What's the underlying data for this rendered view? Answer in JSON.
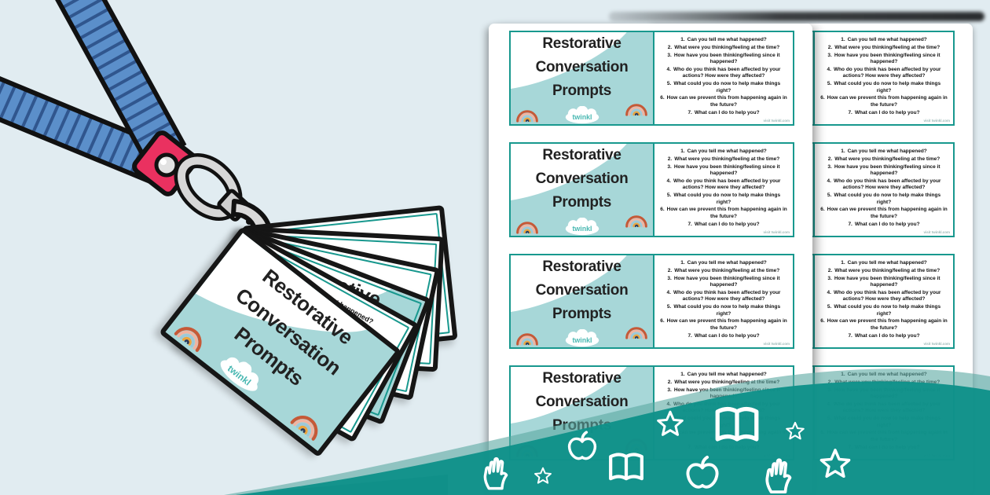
{
  "product": {
    "title": "Restorative Conversation Prompts",
    "brand": "twinkl"
  },
  "card": {
    "title_lines": [
      "Restorative",
      "Conversation",
      "Prompts"
    ],
    "brand_logo": "twinkl",
    "footer_small_print": "visit twinkl.com",
    "questions": [
      {
        "n": "1.",
        "text": "Can you tell me what happened?"
      },
      {
        "n": "2.",
        "text": "What were you thinking/feeling at the time?"
      },
      {
        "n": "3.",
        "text": "How have you been thinking/feeling since it happened?"
      },
      {
        "n": "4.",
        "text": "Who do you think has been affected by your actions? How were they affected?"
      },
      {
        "n": "5.",
        "text": "What could you do now to help make things right?"
      },
      {
        "n": "6.",
        "text": "How can we prevent this from happening again in the future?"
      },
      {
        "n": "7.",
        "text": "What can I do to help you?"
      }
    ]
  },
  "layout": {
    "pages": 2,
    "cards_per_page": 4
  },
  "decor": {
    "wave_icon_names": [
      "hand-icon",
      "star-icon",
      "apple-icon",
      "open-book-icon"
    ],
    "colors": {
      "background": "#e1ecf1",
      "wave_teal": "#0f9189",
      "wave_light_band": "#5aa9a2",
      "wave_dark_sliver": "#07423b",
      "card_teal_fill": "#a7d7d8",
      "card_teal_border": "#18988e",
      "lanyard_blue": "#5b8fca",
      "lanyard_stripe": "#30568e",
      "connector_pink": "#ea3160",
      "metal_gray": "#d7d7d7"
    }
  }
}
